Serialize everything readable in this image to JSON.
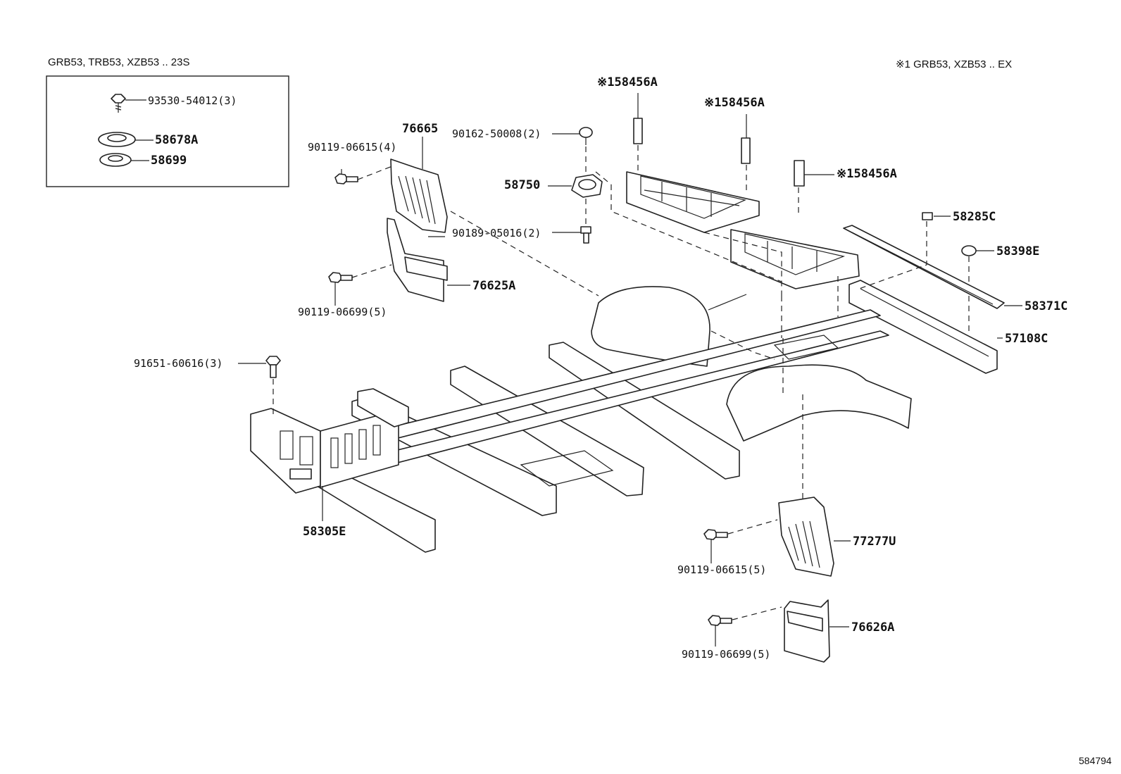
{
  "header": {
    "inset_title": "GRB53, TRB53, XZB53 .. 23S",
    "note": "※1 GRB53, XZB53 .. EX",
    "figure_number": "584794"
  },
  "inset": {
    "items": [
      {
        "part": "93530-54012(3)",
        "icon": "screw-icon"
      },
      {
        "part": "58678A",
        "icon": "washer-icon"
      },
      {
        "part": "58699",
        "icon": "washer-icon"
      }
    ]
  },
  "callouts": {
    "p90119_06615_4": "90119-06615(4)",
    "p76665": "76665",
    "p90162_50008_2": "90162-50008(2)",
    "p58750": "58750",
    "p90189_05016_2": "90189-05016(2)",
    "p76625A": "76625A",
    "p90119_06699_5a": "90119-06699(5)",
    "p91651_60616_3": "91651-60616(3)",
    "p58305E": "58305E",
    "p158456A_1": "※158456A",
    "p158456A_2": "※158456A",
    "p158456A_3": "※158456A",
    "p58285C": "58285C",
    "p58398E": "58398E",
    "p58371C": "58371C",
    "p57108C": "57108C",
    "p77277U": "77277U",
    "p90119_06615_5": "90119-06615(5)",
    "p76626A": "76626A",
    "p90119_06699_5b": "90119-06699(5)"
  }
}
